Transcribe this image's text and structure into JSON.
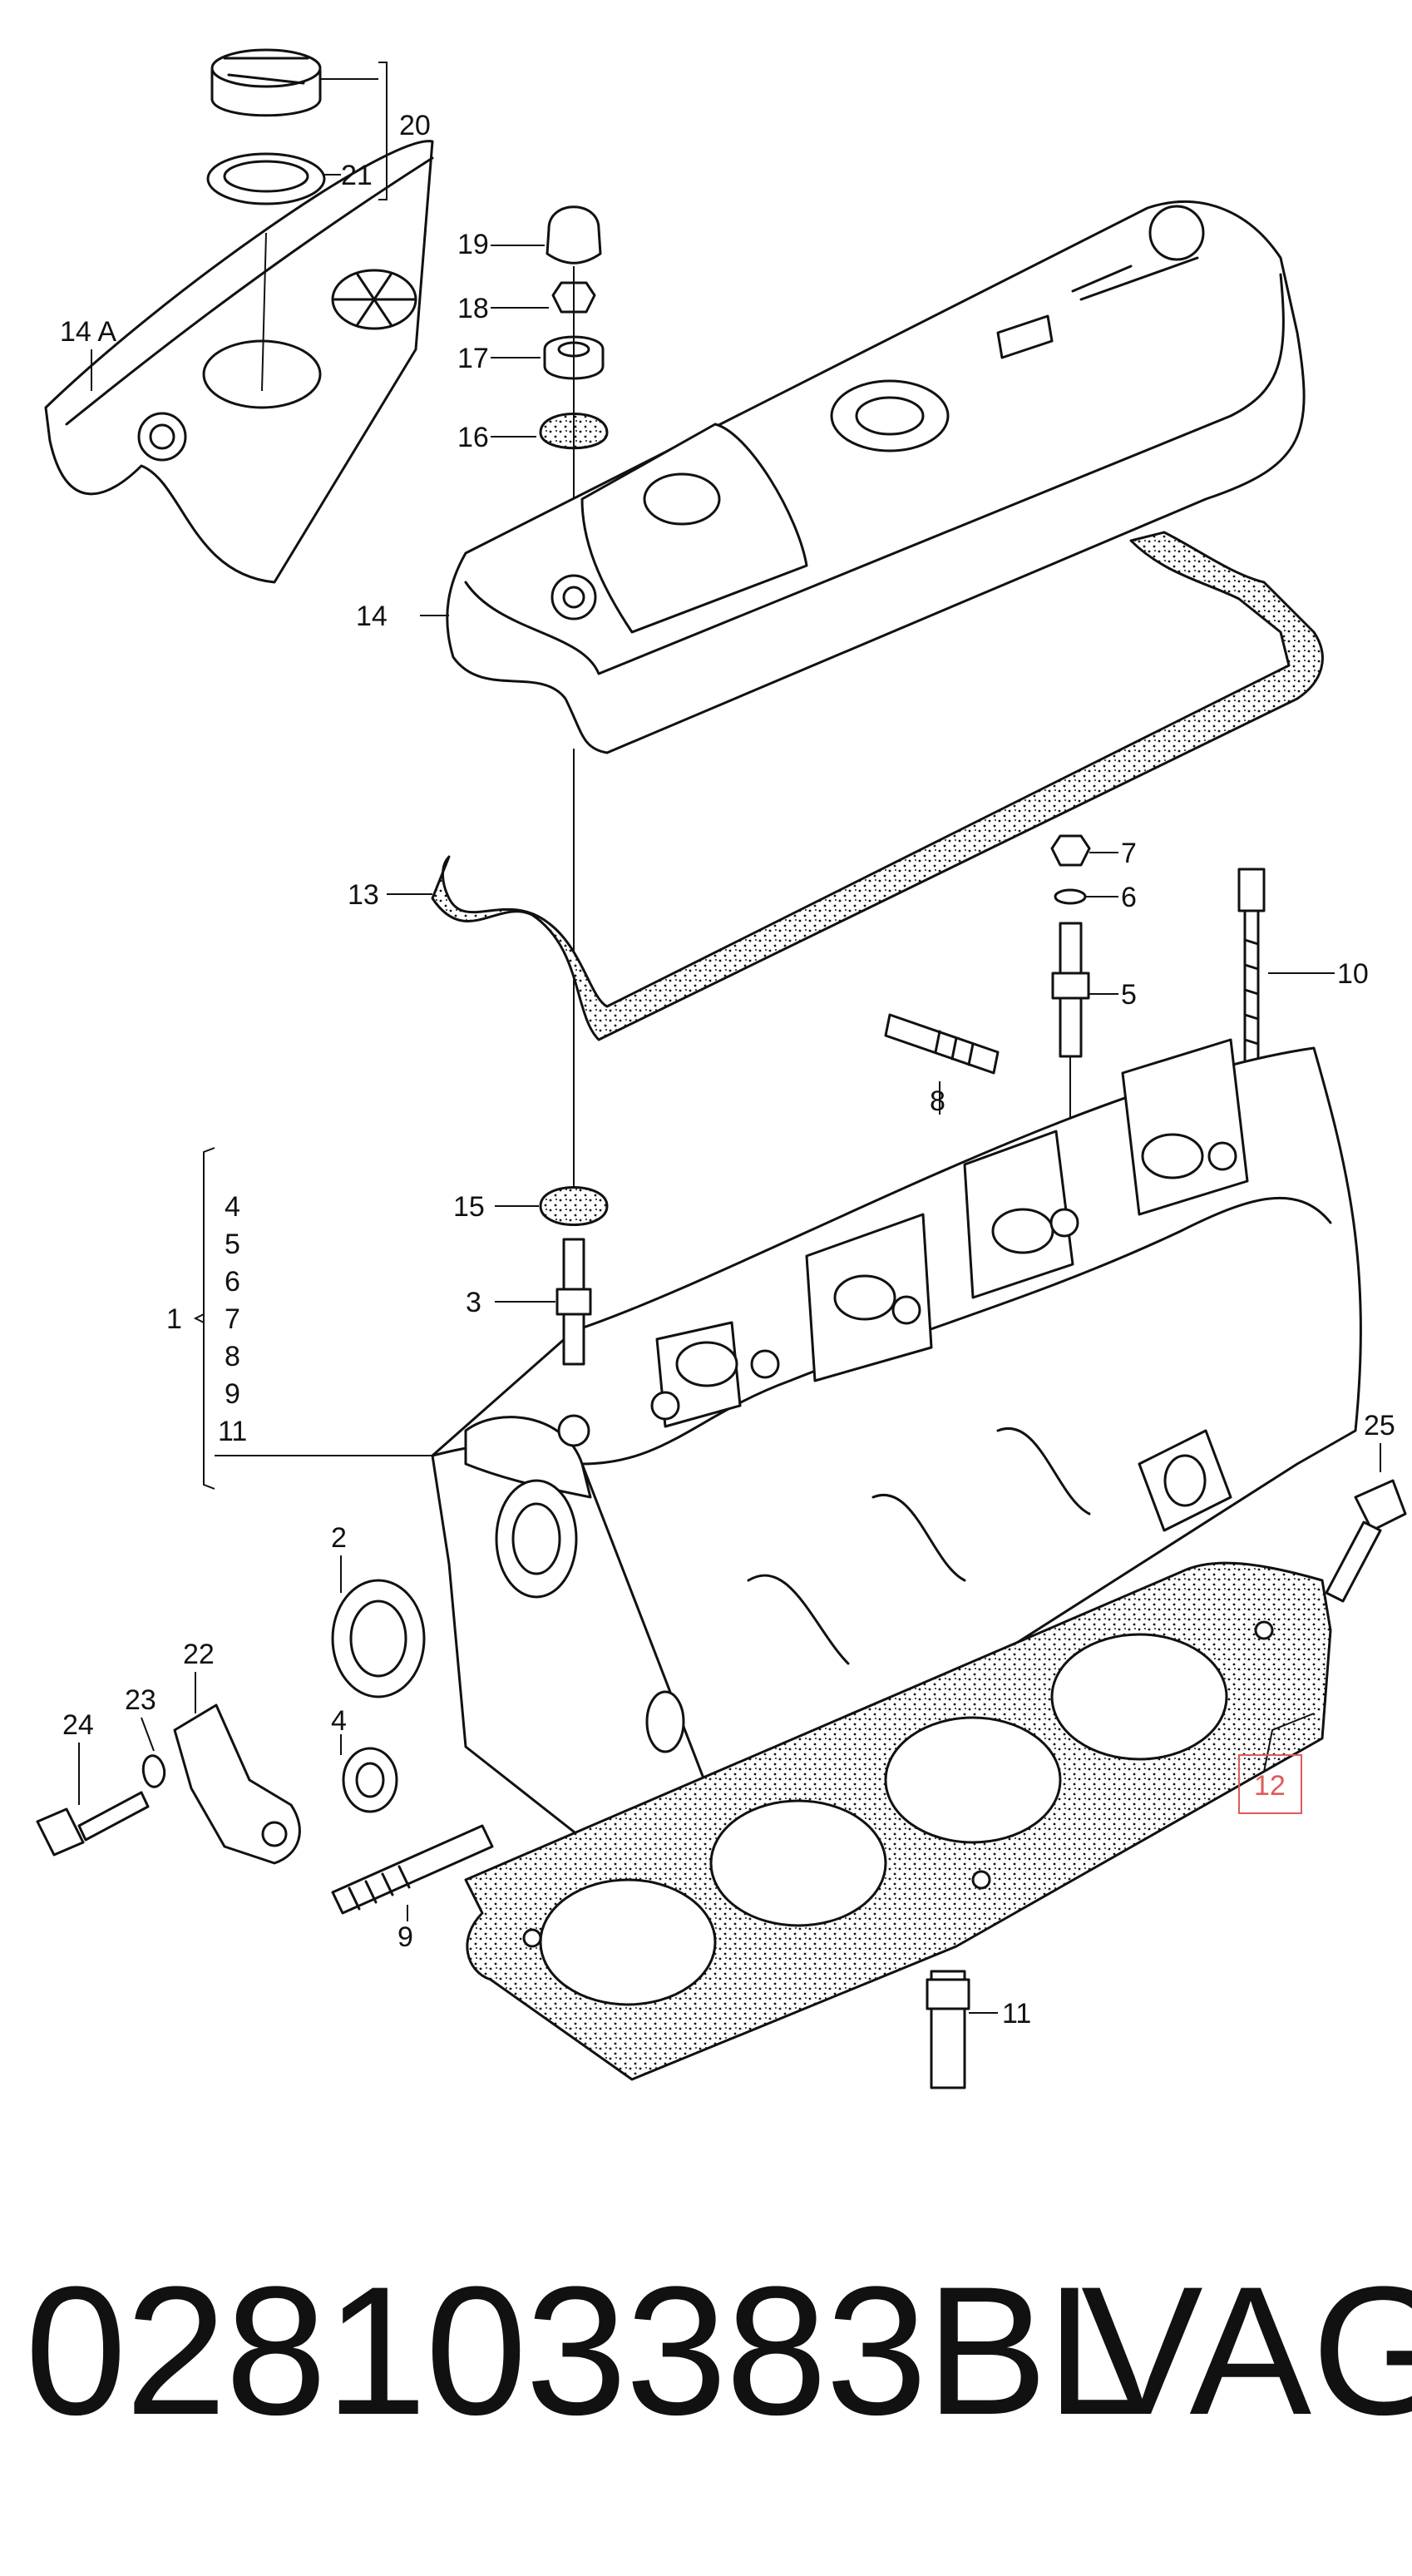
{
  "labels": {
    "l1": "1",
    "l2": "2",
    "l3": "3",
    "l4a": "4",
    "l4b": "4",
    "l5a": "5",
    "l5b": "5",
    "l6a": "6",
    "l6b": "6",
    "l7a": "7",
    "l7b": "7",
    "l8a": "8",
    "l8b": "8",
    "l9a": "9",
    "l9b": "9",
    "l10": "10",
    "l11a": "11",
    "l11b": "11",
    "l12": "12",
    "l13": "13",
    "l14": "14",
    "l14a": "14 A",
    "l15": "15",
    "l16": "16",
    "l17": "17",
    "l18": "18",
    "l19": "19",
    "l20": "20",
    "l21": "21",
    "l22": "22",
    "l23": "23",
    "l24": "24",
    "l25": "25"
  },
  "highlight_color": "#e05a5a",
  "caption": {
    "part_number": "028103383BL",
    "brand": "VAG"
  }
}
